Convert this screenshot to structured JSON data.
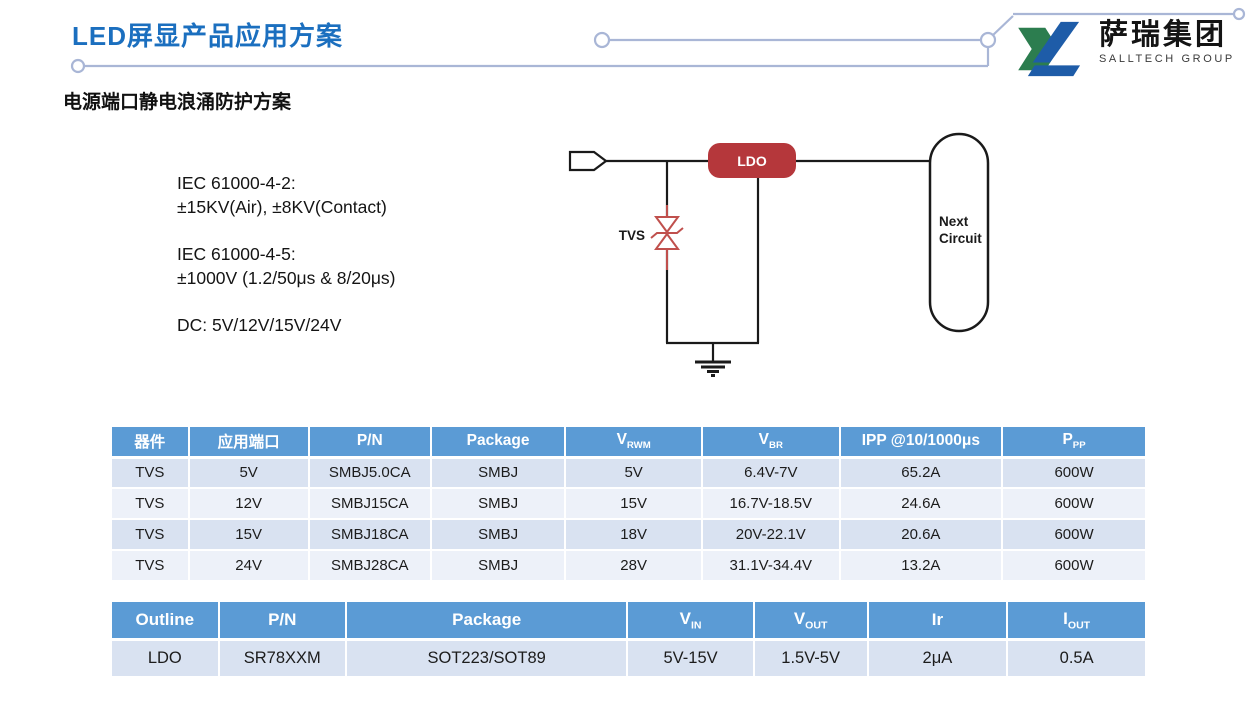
{
  "page": {
    "title": "LED屏显产品应用方案",
    "subtitle": "电源端口静电浪涌防护方案"
  },
  "logo": {
    "name_cn": "萨瑞集团",
    "name_en": "SALLTECH GROUP"
  },
  "specs": {
    "line1": "IEC 61000-4-2:",
    "line2": "±15KV(Air), ±8KV(Contact)",
    "line3": "IEC 61000-4-5:",
    "line4": "±1000V  (1.2/50μs & 8/20μs)",
    "line5": "DC:  5V/12V/15V/24V"
  },
  "diagram": {
    "ldo_label": "LDO",
    "tvs_label": "TVS",
    "next_line1": "Next",
    "next_line2": "Circuit"
  },
  "table_tvs": {
    "headers": [
      {
        "text": "器件",
        "sub": ""
      },
      {
        "text": "应用端口",
        "sub": ""
      },
      {
        "text": "P/N",
        "sub": ""
      },
      {
        "text": "Package",
        "sub": ""
      },
      {
        "text": "V",
        "sub": "RWM"
      },
      {
        "text": "V",
        "sub": "BR"
      },
      {
        "text": "IPP @10/1000μs",
        "sub": ""
      },
      {
        "text": "P",
        "sub": "PP"
      }
    ],
    "rows": [
      [
        "TVS",
        "5V",
        "SMBJ5.0CA",
        "SMBJ",
        "5V",
        "6.4V-7V",
        "65.2A",
        "600W"
      ],
      [
        "TVS",
        "12V",
        "SMBJ15CA",
        "SMBJ",
        "15V",
        "16.7V-18.5V",
        "24.6A",
        "600W"
      ],
      [
        "TVS",
        "15V",
        "SMBJ18CA",
        "SMBJ",
        "18V",
        "20V-22.1V",
        "20.6A",
        "600W"
      ],
      [
        "TVS",
        "24V",
        "SMBJ28CA",
        "SMBJ",
        "28V",
        "31.1V-34.4V",
        "13.2A",
        "600W"
      ]
    ]
  },
  "table_ldo": {
    "headers": [
      {
        "text": "Outline",
        "sub": ""
      },
      {
        "text": "P/N",
        "sub": ""
      },
      {
        "text": "Package",
        "sub": ""
      },
      {
        "text": "V",
        "sub": "IN"
      },
      {
        "text": "V",
        "sub": "OUT"
      },
      {
        "text": "Ir",
        "sub": ""
      },
      {
        "text": "I",
        "sub": "OUT"
      }
    ],
    "rows": [
      [
        "LDO",
        "SR78XXM",
        "SOT223/SOT89",
        "5V-15V",
        "1.5V-5V",
        "2μA",
        "0.5A"
      ]
    ]
  },
  "colors": {
    "title_blue": "#1b6fbf",
    "header_blue": "#5b9bd5",
    "row_light": "#d9e2f1",
    "row_lighter": "#edf1f9",
    "ldo_red": "#b5373b",
    "tvs_red": "#c0504d",
    "trace": "#a9b6d6",
    "logo_green": "#2c7d4f",
    "logo_blue": "#1e5ca8"
  }
}
